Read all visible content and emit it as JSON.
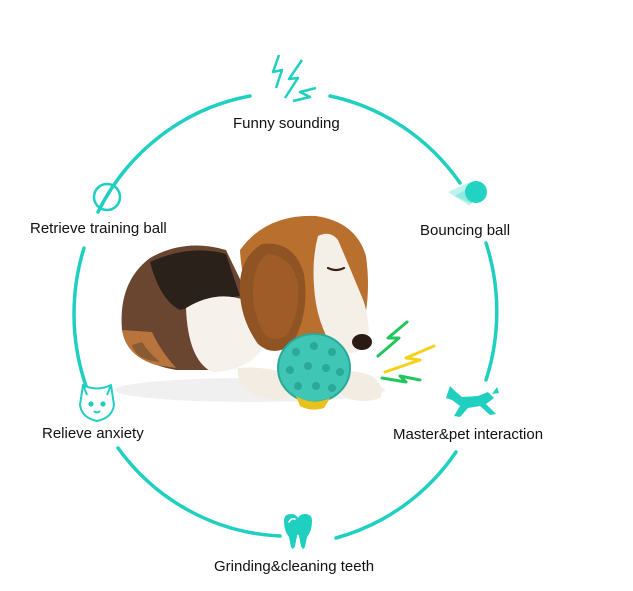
{
  "colors": {
    "ring": "#1fcfc0",
    "accent": "#22d3c4",
    "lightning_green": "#22c55e",
    "lightning_yellow": "#f3d21c",
    "text": "#111111"
  },
  "features": {
    "top": {
      "label": "Funny sounding",
      "icon": "lightning-icon"
    },
    "right_upper": {
      "label": "Bouncing ball",
      "icon": "bouncing-ball-icon"
    },
    "left_upper": {
      "label": "Retrieve training ball",
      "icon": "ring-ball-icon"
    },
    "right_lower": {
      "label": "Master&pet interaction",
      "icon": "running-dog-icon"
    },
    "left_lower": {
      "label": "Relieve anxiety",
      "icon": "dog-face-icon"
    },
    "bottom": {
      "label": "Grinding&cleaning teeth",
      "icon": "tooth-icon"
    }
  },
  "image": {
    "subject": "beagle chewing teal ball toy"
  }
}
